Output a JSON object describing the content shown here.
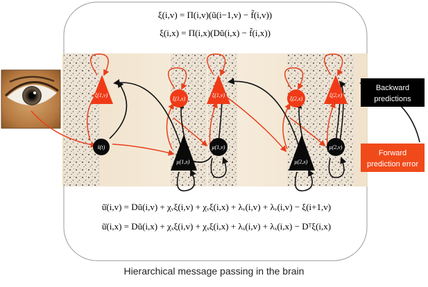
{
  "equations_top": [
    "ξ(i,v) = Π(i,v)(ũ(i−1,v) − f̃(i,v))",
    "ξ(i,x) = Π(i,x)(Dũ(i,x) − f̃(i,x))"
  ],
  "equations_bottom": [
    "ũ̇(i,v) = Dũ(i,v) + χᵥξ(i,v) + χᵥξ(i,x) + λᵥ(i,v) + λᵥ(i,v) − ξ(i+1,v)",
    "ũ̇(i,x) = Dũ(i,x) + χₓξ(i,v) + χₓξ(i,x) + λₓ(i,v) + λₓ(i,x) − Dᵀξ(i,x)"
  ],
  "nodes": {
    "sensory_state": "s̃(t)",
    "level1_state_error": "ξ(1,x)",
    "level1_cause_error": "ξ(1,v)",
    "level1_hidden_state": "μ(1,x)",
    "level1_cause": "μ(1,v)",
    "level2_state_error": "ξ(2,x)",
    "level2_cause_error": "ξ(2,v)",
    "level2_hidden_state": "μ(2,x)",
    "level2_cause": "μ(2,v)",
    "sensory_error": "ξ(1,v)"
  },
  "legend": {
    "backward_line1": "Backward",
    "backward_line2": "predictions",
    "forward_line1": "Forward",
    "forward_line2": "prediction error"
  },
  "colors": {
    "error_red": "#f03a17",
    "state_black": "#0a0a0a",
    "arrow_red": "#e8401c",
    "arrow_black": "#111111",
    "legend_red": "#f04a1a",
    "legend_black": "#000000",
    "panel_bg": "#f5ead6"
  },
  "caption": "Hierarchical message passing in the brain"
}
